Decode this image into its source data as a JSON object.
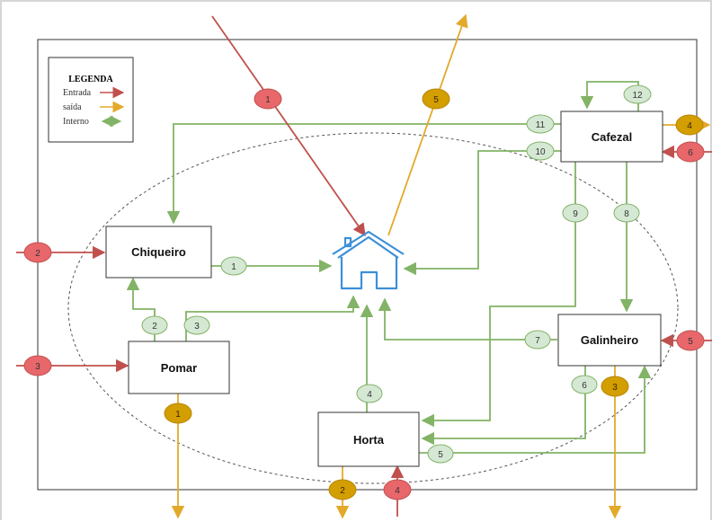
{
  "legend": {
    "title": "LEGENDA",
    "entrada": "Entrada",
    "saida": "saída",
    "interno": "Interno"
  },
  "nodes": {
    "chiqueiro": "Chiqueiro",
    "cafezal": "Cafezal",
    "pomar": "Pomar",
    "galinheiro": "Galinheiro",
    "horta": "Horta"
  },
  "badges": {
    "entrada": {
      "top": "1",
      "chiqueiro": "2",
      "pomar": "3",
      "horta": "4",
      "galinheiro": "5",
      "cafezal": "6"
    },
    "saida": {
      "pomar": "1",
      "horta": "2",
      "galinheiro": "3",
      "cafezal": "4",
      "casa": "5"
    },
    "interno": {
      "chiqueiro_casa": "1",
      "pomar_chiqueiro": "2",
      "pomar_casa": "3",
      "horta_casa": "4",
      "horta_galinheiro": "5",
      "galinheiro_horta": "6",
      "galinheiro_casa": "7",
      "cafezal_galinheiro": "8",
      "cafezal_horta": "9",
      "cafezal_casa": "10",
      "cafezal_chiqueiro": "11",
      "cafezal_loop": "12"
    }
  },
  "colors": {
    "entrada": "#c0504d",
    "entrada_fill": "#e8676b",
    "saida": "#e3a92b",
    "saida_fill": "#d39e00",
    "interno": "#82b366",
    "interno_fill": "#d5e8d4",
    "house": "#3d8fd8"
  },
  "icons": {
    "home": "house-icon"
  }
}
